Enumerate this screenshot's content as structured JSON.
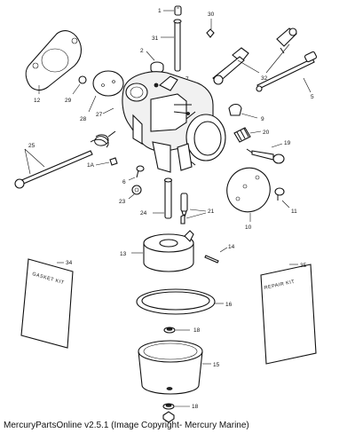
{
  "callouts": {
    "c1": "1",
    "c30": "30",
    "c31": "31",
    "c2": "2",
    "c7": "7",
    "c32": "32",
    "c12": "12",
    "c29": "29",
    "c28": "28",
    "c27": "27",
    "c5": "5",
    "c9": "9",
    "c20": "20",
    "c19": "19",
    "c25": "25",
    "c1a": "1A",
    "c6": "6",
    "c23": "23",
    "c24": "24",
    "c21": "21",
    "c10": "10",
    "c11": "11",
    "c13": "13",
    "c14": "14",
    "c34": "34",
    "c35": "35",
    "c16": "16",
    "c18a": "18",
    "c15": "15",
    "c18b": "18"
  },
  "gasket_kit_label": "GASKET KIT",
  "repair_kit_label": "REPAIR KIT",
  "footer": "MercuryPartsOnline v2.5.1 (Image Copyright- Mercury Marine)"
}
